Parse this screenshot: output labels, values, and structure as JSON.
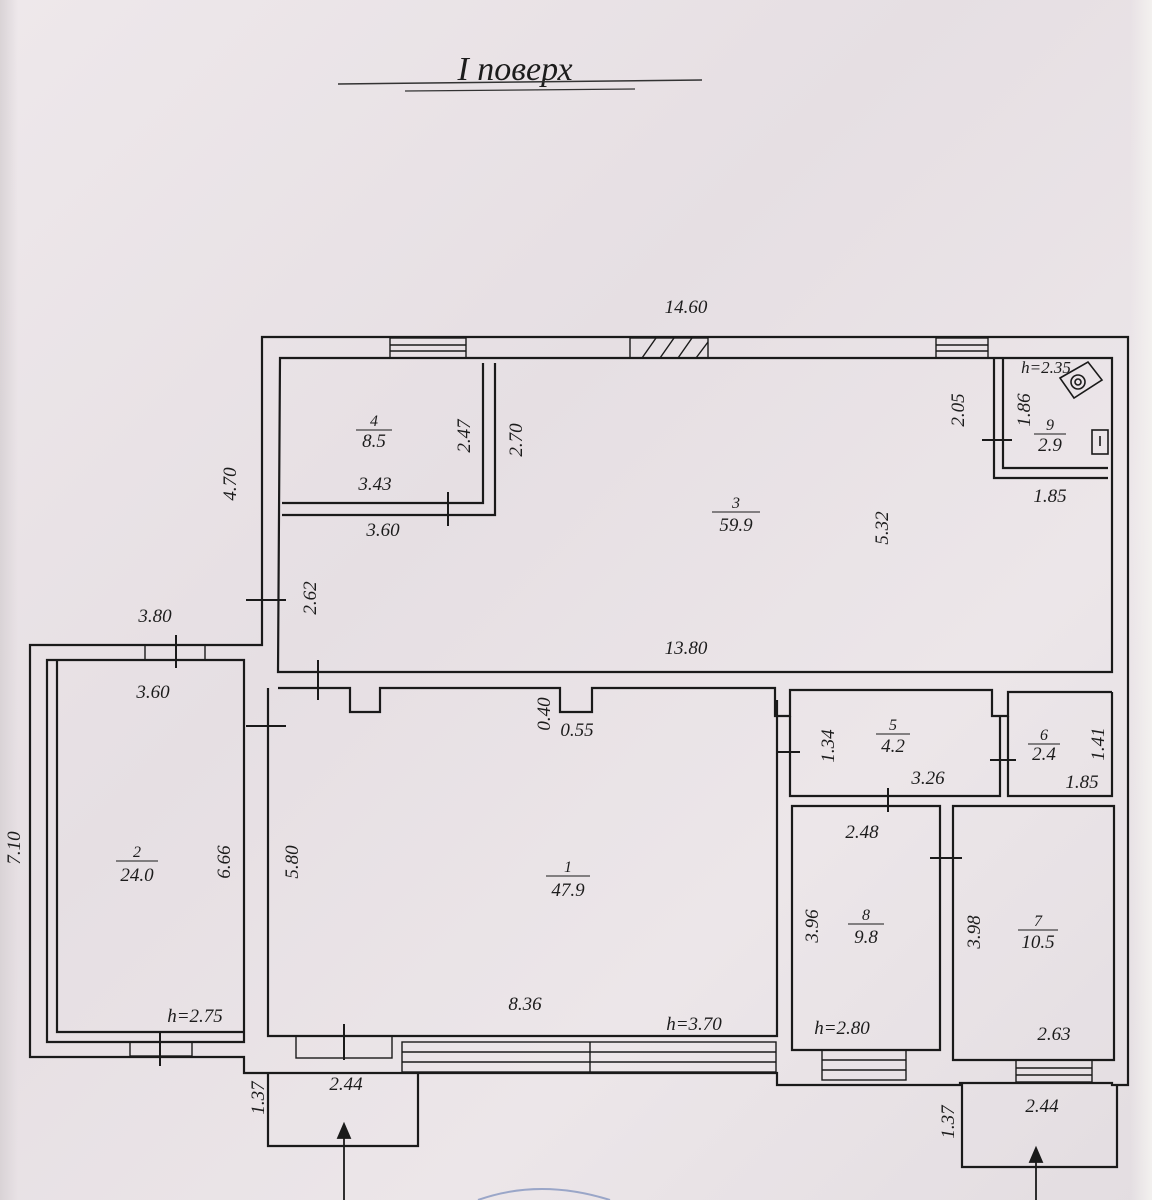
{
  "title": "I поверх",
  "dimensions": {
    "top_total": "14.60",
    "left_upper": "4.70",
    "left_total": "7.10",
    "room4_height": "2.47",
    "room4_width_in": "3.43",
    "room4_width_out": "3.60",
    "room4_side": "2.70",
    "room3_right": "2.05",
    "room9_height": "1.86",
    "room9_width": "1.85",
    "room3_height": "5.32",
    "room3_width": "13.80",
    "corridor": "2.62",
    "room2_top_out": "3.80",
    "room2_top_in": "3.60",
    "room2_height": "6.66",
    "room1_height": "5.80",
    "room1_width": "8.36",
    "pilaster_depth": "0.40",
    "pilaster_width": "0.55",
    "room5_height": "1.34",
    "room5_width": "3.26",
    "room6_height": "1.41",
    "room6_width": "1.85",
    "room8_width": "2.48",
    "room8_height": "3.96",
    "room7_height": "3.98",
    "room7_width": "2.63",
    "porch_left_depth": "1.37",
    "porch_left_width": "2.44",
    "porch_right_depth": "1.37",
    "porch_right_width": "2.44"
  },
  "heights": {
    "room9": "h=2.35",
    "room2": "h=2.75",
    "room1": "h=3.70",
    "room8": "h=2.80"
  },
  "rooms": [
    {
      "number": "1",
      "area": "47.9"
    },
    {
      "number": "2",
      "area": "24.0"
    },
    {
      "number": "3",
      "area": "59.9"
    },
    {
      "number": "4",
      "area": "8.5"
    },
    {
      "number": "5",
      "area": "4.2"
    },
    {
      "number": "6",
      "area": "2.4"
    },
    {
      "number": "7",
      "area": "10.5"
    },
    {
      "number": "8",
      "area": "9.8"
    },
    {
      "number": "9",
      "area": "2.9"
    }
  ],
  "icons": {
    "boiler": "boiler-icon",
    "entrance_arrow": "entrance-arrow-icon"
  }
}
